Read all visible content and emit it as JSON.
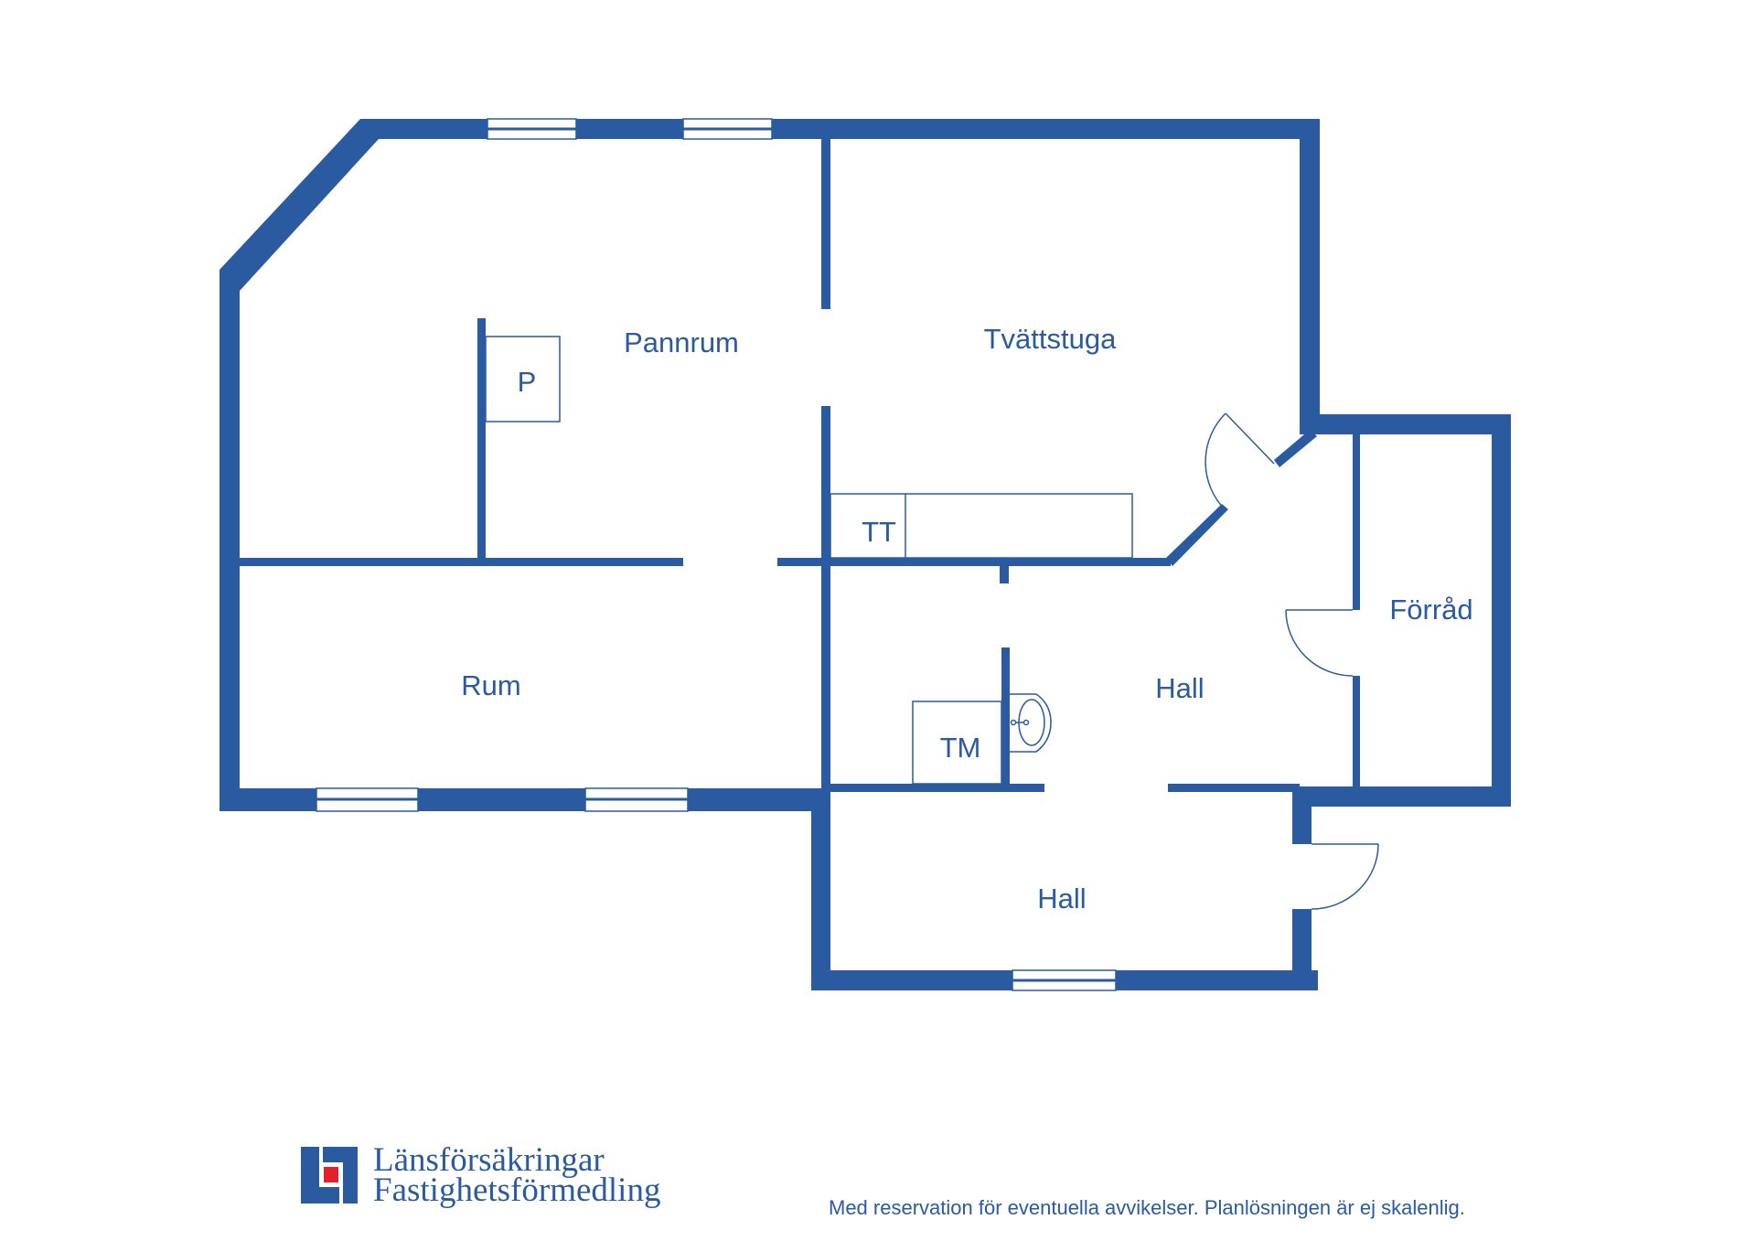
{
  "floor_plan": {
    "rooms": [
      {
        "id": "pannrum",
        "label": "Pannrum"
      },
      {
        "id": "tvattstuga",
        "label": "Tvättstuga"
      },
      {
        "id": "rum",
        "label": "Rum"
      },
      {
        "id": "hall_inner",
        "label": "Hall"
      },
      {
        "id": "forrad",
        "label": "Förråd"
      },
      {
        "id": "hall_entry",
        "label": "Hall"
      }
    ],
    "fixtures": [
      {
        "id": "panna",
        "label": "P"
      },
      {
        "id": "tvattmaskin_torktumlare",
        "label": "TT"
      },
      {
        "id": "tvattmaskin",
        "label": "TM"
      }
    ],
    "colors": {
      "wall": "#2a5aa0",
      "logo_blue": "#2a5aa0",
      "logo_red": "#e3202c",
      "background": "#ffffff"
    }
  },
  "footer": {
    "brand_line1": "Länsförsäkringar",
    "brand_line2": "Fastighetsförmedling",
    "disclaimer": "Med reservation för eventuella avvikelser. Planlösningen är ej skalenlig."
  }
}
